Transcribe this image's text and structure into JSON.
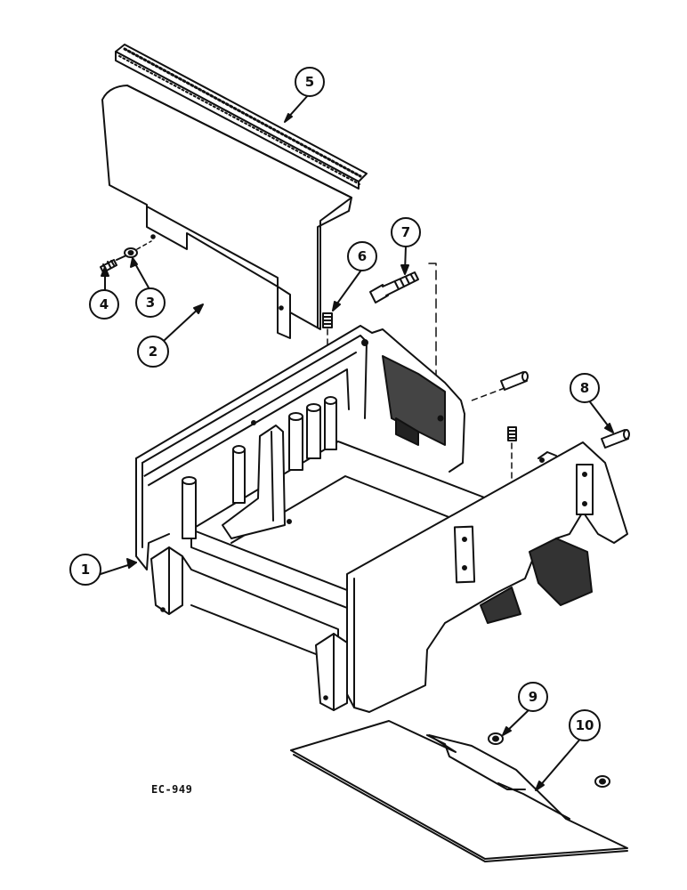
{
  "figure_code": "EC-949",
  "callouts": [
    {
      "number": "1",
      "part": "housing"
    },
    {
      "number": "2",
      "part": "cover-panel"
    },
    {
      "number": "3",
      "part": "washer"
    },
    {
      "number": "4",
      "part": "screw"
    },
    {
      "number": "5",
      "part": "seal-strip"
    },
    {
      "number": "6",
      "part": "set-screw"
    },
    {
      "number": "7",
      "part": "bolt"
    },
    {
      "number": "8",
      "part": "dowel-pin"
    },
    {
      "number": "9",
      "part": "washer"
    },
    {
      "number": "10",
      "part": "bottom-plate"
    }
  ],
  "colors": {
    "line": "#111111",
    "fill": "#ffffff",
    "shade": "#2a2a2a"
  }
}
